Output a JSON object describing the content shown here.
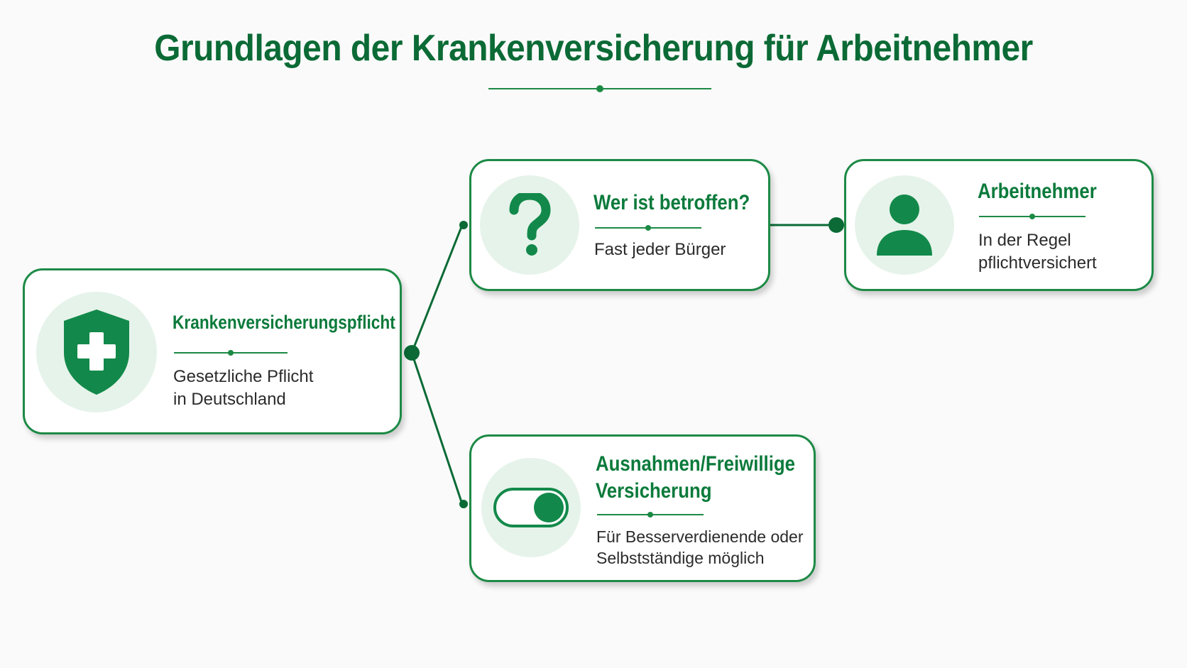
{
  "title": "Grundlagen der Krankenversicherung für Arbeitnehmer",
  "colors": {
    "primary": "#0b6a35",
    "accent": "#1c8a45",
    "icon_bg": "#e6f3ea",
    "text": "#2b2b2b"
  },
  "nodes": {
    "pflicht": {
      "title": "Krankenversicherungspflicht",
      "desc_line1": "Gesetzliche Pflicht",
      "desc_line2": "in Deutschland",
      "icon": "shield-plus-icon"
    },
    "betroffen": {
      "title": "Wer ist betroffen?",
      "desc_line1": "Fast jeder Bürger",
      "icon": "question-mark-icon"
    },
    "arbeitnehmer": {
      "title": "Arbeitnehmer",
      "desc_line1": "In der Regel",
      "desc_line2": "pflichtversichert",
      "icon": "person-icon"
    },
    "ausnahmen": {
      "title_line1": "Ausnahmen/Freiwillige",
      "title_line2": "Versicherung",
      "desc_line1": "Für Besserverdienende oder",
      "desc_line2": "Selbstständige möglich",
      "icon": "toggle-switch-icon"
    }
  }
}
